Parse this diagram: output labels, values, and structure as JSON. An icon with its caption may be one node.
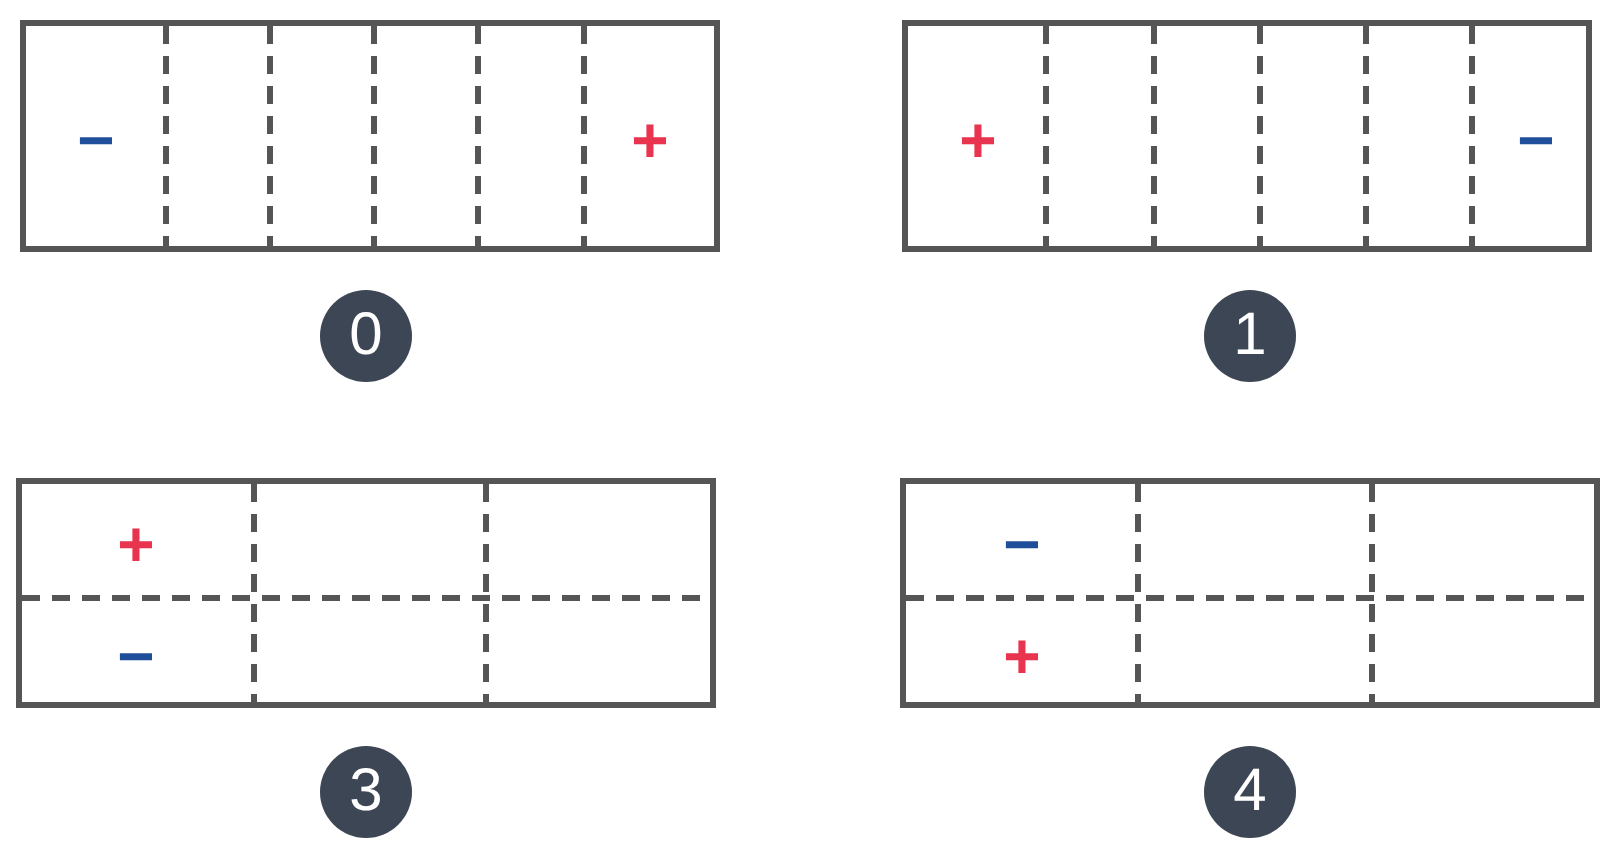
{
  "diagram": {
    "nodes": [
      {
        "text": [
          "−",
          "+"
        ]
      },
      {
        "text": [
          "+",
          "−"
        ]
      },
      {
        "text": [
          "0"
        ]
      },
      {
        "text": [
          "1"
        ]
      },
      {
        "text": [
          "+",
          "−"
        ]
      },
      {
        "text": [
          "−",
          "+"
        ]
      },
      {
        "text": [
          "3"
        ]
      },
      {
        "text": [
          "4"
        ]
      }
    ]
  }
}
